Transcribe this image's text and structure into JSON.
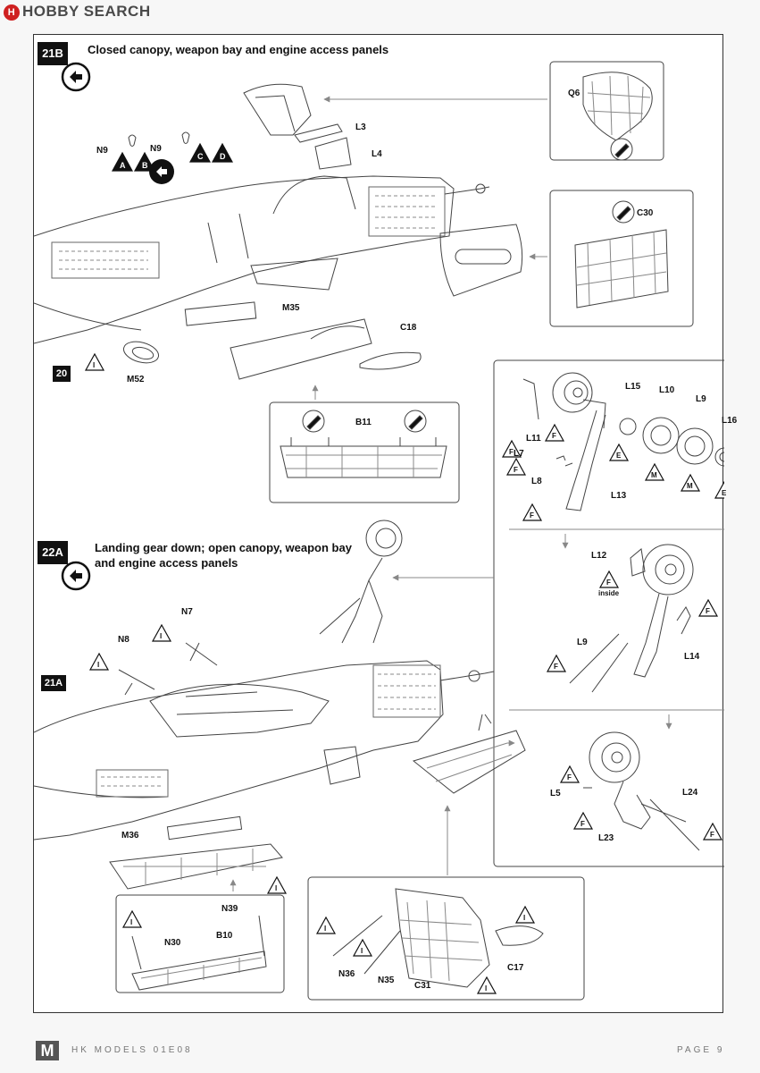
{
  "watermark": {
    "site_name": "HOBBY SEARCH",
    "mark_letter": "H"
  },
  "step_21b": {
    "badge": "21B",
    "title": "Closed canopy, weapon bay and engine access panels"
  },
  "step_22a": {
    "badge": "22A",
    "title_line1": "Landing gear down; open canopy, weapon bay",
    "title_line2": "and engine access panels"
  },
  "refs": {
    "step_20": "20",
    "step_21a": "21A"
  },
  "parts": {
    "n9_a": "N9",
    "n9_b": "N9",
    "l3": "L3",
    "l4": "L4",
    "q6": "Q6",
    "c30": "C30",
    "m35": "M35",
    "c18": "C18",
    "m52": "M52",
    "b11": "B11",
    "l15": "L15",
    "l10": "L10",
    "l9_a": "L9",
    "l16": "L16",
    "l11": "L11",
    "l7": "L7",
    "l8": "L8",
    "l13": "L13",
    "l12": "L12",
    "l9_b": "L9",
    "l14": "L14",
    "l5": "L5",
    "l24": "L24",
    "l23": "L23",
    "n7": "N7",
    "n8": "N8",
    "m36": "M36",
    "n39": "N39",
    "n30": "N30",
    "b10": "B10",
    "n36": "N36",
    "n35": "N35",
    "c31": "C31",
    "c17": "C17"
  },
  "triangle_codes": {
    "a": "A",
    "b": "B",
    "c": "C",
    "d": "D",
    "e": "E",
    "f": "F",
    "i": "I",
    "m": "M"
  },
  "notes": {
    "inside": "inside"
  },
  "footer": {
    "m_logo": "M",
    "brand": "HK MODELS 01E08",
    "page": "PAGE 9"
  }
}
